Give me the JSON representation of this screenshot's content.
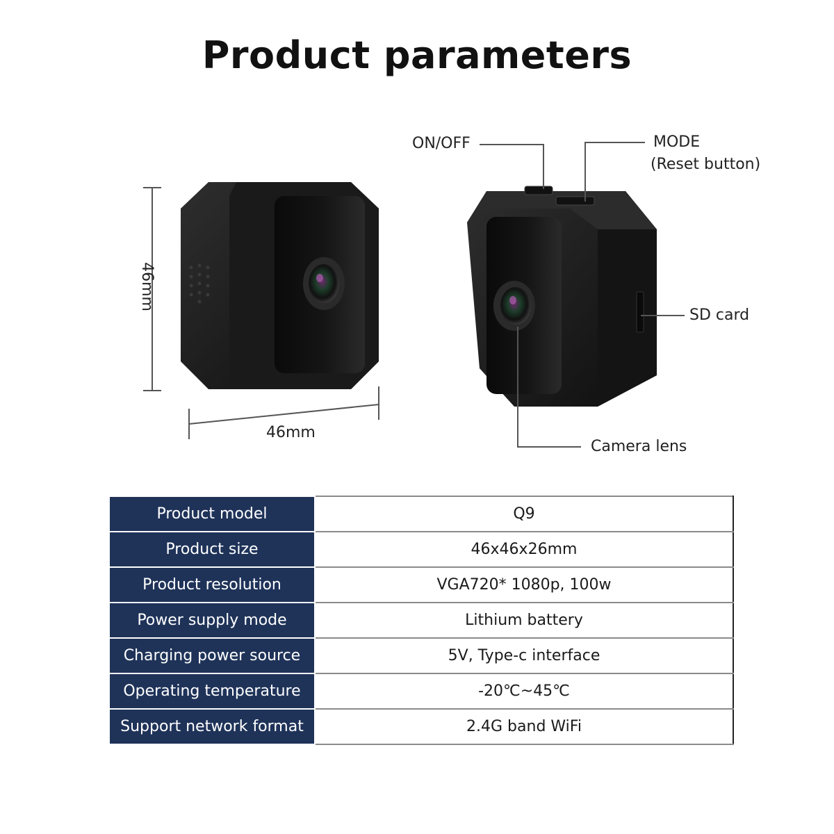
{
  "title": "Product parameters",
  "dimensions": {
    "height": "46mm",
    "width": "46mm"
  },
  "callouts": {
    "on_off": "ON/OFF",
    "mode": "MODE",
    "mode_sub": "(Reset button)",
    "sd_card": "SD card",
    "camera_lens": "Camera lens"
  },
  "specs": [
    {
      "label": "Product model",
      "value": "Q9"
    },
    {
      "label": "Product size",
      "value": "46x46x26mm"
    },
    {
      "label": "Product resolution",
      "value": "VGA720* 1080p, 100w"
    },
    {
      "label": "Power supply mode",
      "value": "Lithium battery"
    },
    {
      "label": "Charging power source",
      "value": "5V, Type-c interface"
    },
    {
      "label": "Operating temperature",
      "value": "-20℃~45℃"
    },
    {
      "label": "Support network format",
      "value": "2.4G band WiFi"
    }
  ],
  "colors": {
    "table_header_bg": "#1f3359",
    "device_body": "#1b1b1b"
  }
}
